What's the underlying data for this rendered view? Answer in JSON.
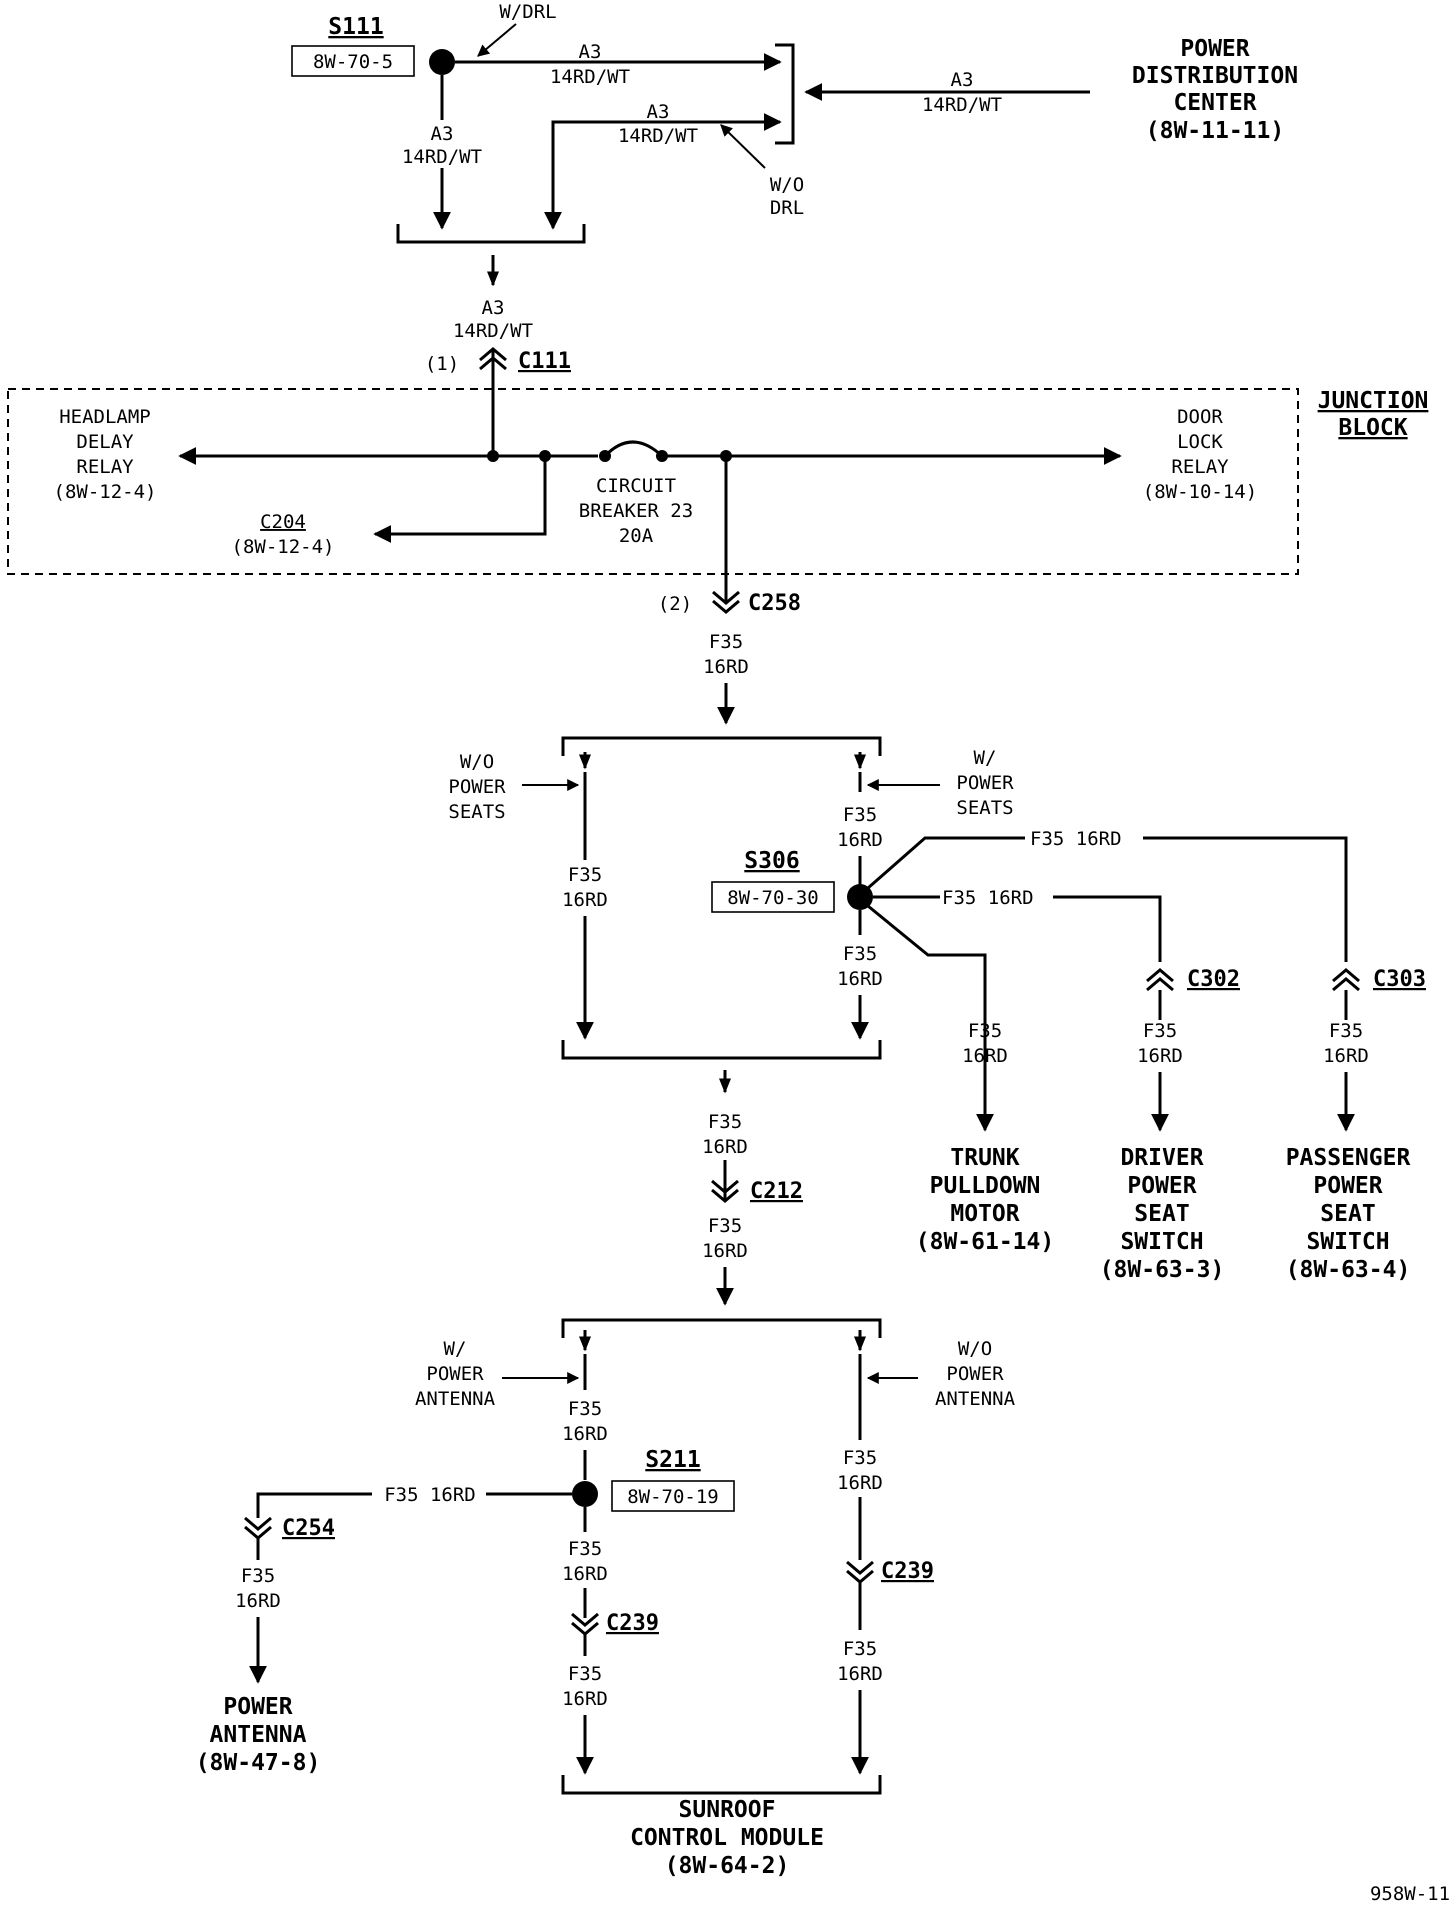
{
  "top": {
    "s111": {
      "name": "S111",
      "ref": "8W-70-5"
    },
    "w_drl": "W/DRL",
    "w_o_drl_1": "W/O",
    "w_o_drl_2": "DRL",
    "a3_upper": {
      "c": "A3",
      "w": "14RD/WT"
    },
    "a3_lower": {
      "c": "A3",
      "w": "14RD/WT"
    },
    "a3_pdc": {
      "c": "A3",
      "w": "14RD/WT"
    },
    "a3_left": {
      "c": "A3",
      "w": "14RD/WT"
    },
    "a3_mid": {
      "c": "A3",
      "w": "14RD/WT"
    },
    "pdc": {
      "l1": "POWER",
      "l2": "DISTRIBUTION",
      "l3": "CENTER",
      "ref": "(8W-11-11)"
    },
    "c111": {
      "pin": "(1)",
      "name": "C111"
    }
  },
  "junction": {
    "title_1": "JUNCTION",
    "title_2": "BLOCK",
    "headlamp": {
      "l1": "HEADLAMP",
      "l2": "DELAY",
      "l3": "RELAY",
      "ref": "(8W-12-4)"
    },
    "c204": {
      "name": "C204",
      "ref": "(8W-12-4)"
    },
    "breaker": {
      "l1": "CIRCUIT",
      "l2": "BREAKER 23",
      "l3": "20A"
    },
    "door": {
      "l1": "DOOR",
      "l2": "LOCK",
      "l3": "RELAY",
      "ref": "(8W-10-14)"
    }
  },
  "c258": {
    "pin": "(2)",
    "name": "C258"
  },
  "wire": {
    "c": "F35",
    "w": "16RD",
    "full": "F35 16RD"
  },
  "seats": {
    "wo_1": "W/O",
    "wo_2": "POWER",
    "wo_3": "SEATS",
    "w_1": "W/",
    "w_2": "POWER",
    "w_3": "SEATS",
    "s306": {
      "name": "S306",
      "ref": "8W-70-30"
    },
    "c302": "C302",
    "c303": "C303",
    "trunk": {
      "l1": "TRUNK",
      "l2": "PULLDOWN",
      "l3": "MOTOR",
      "ref": "(8W-61-14)"
    },
    "driver": {
      "l1": "DRIVER",
      "l2": "POWER",
      "l3": "SEAT",
      "l4": "SWITCH",
      "ref": "(8W-63-3)"
    },
    "passenger": {
      "l1": "PASSENGER",
      "l2": "POWER",
      "l3": "SEAT",
      "l4": "SWITCH",
      "ref": "(8W-63-4)"
    }
  },
  "c212": "C212",
  "antenna": {
    "w_1": "W/",
    "w_2": "POWER",
    "w_3": "ANTENNA",
    "wo_1": "W/O",
    "wo_2": "POWER",
    "wo_3": "ANTENNA",
    "s211": {
      "name": "S211",
      "ref": "8W-70-19"
    },
    "c254": "C254",
    "c239_left": "C239",
    "c239_right": "C239",
    "power_antenna": {
      "l1": "POWER",
      "l2": "ANTENNA",
      "ref": "(8W-47-8)"
    },
    "sunroof": {
      "l1": "SUNROOF",
      "l2": "CONTROL MODULE",
      "ref": "(8W-64-2)"
    }
  },
  "page_code": "958W-11"
}
